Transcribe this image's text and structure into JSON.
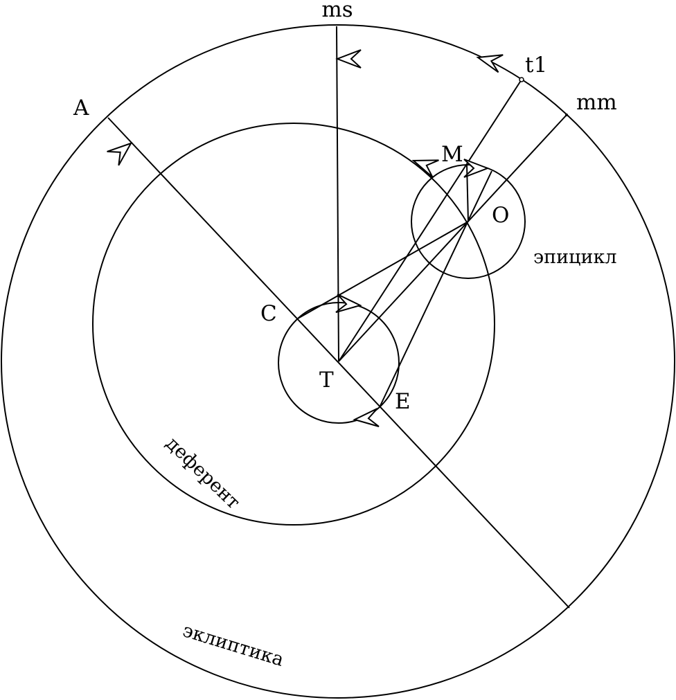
{
  "labels": {
    "ms": "ms",
    "t1": "t1",
    "mm": "mm",
    "A": "A",
    "M": "M",
    "O": "O",
    "C": "C",
    "T": "T",
    "E": "E"
  },
  "captions": {
    "epicycle": "эпицикл",
    "deferent": "деферент",
    "ecliptic": "эклиптика"
  },
  "colors": {
    "stroke": "#000000",
    "background": "#ffffff"
  }
}
